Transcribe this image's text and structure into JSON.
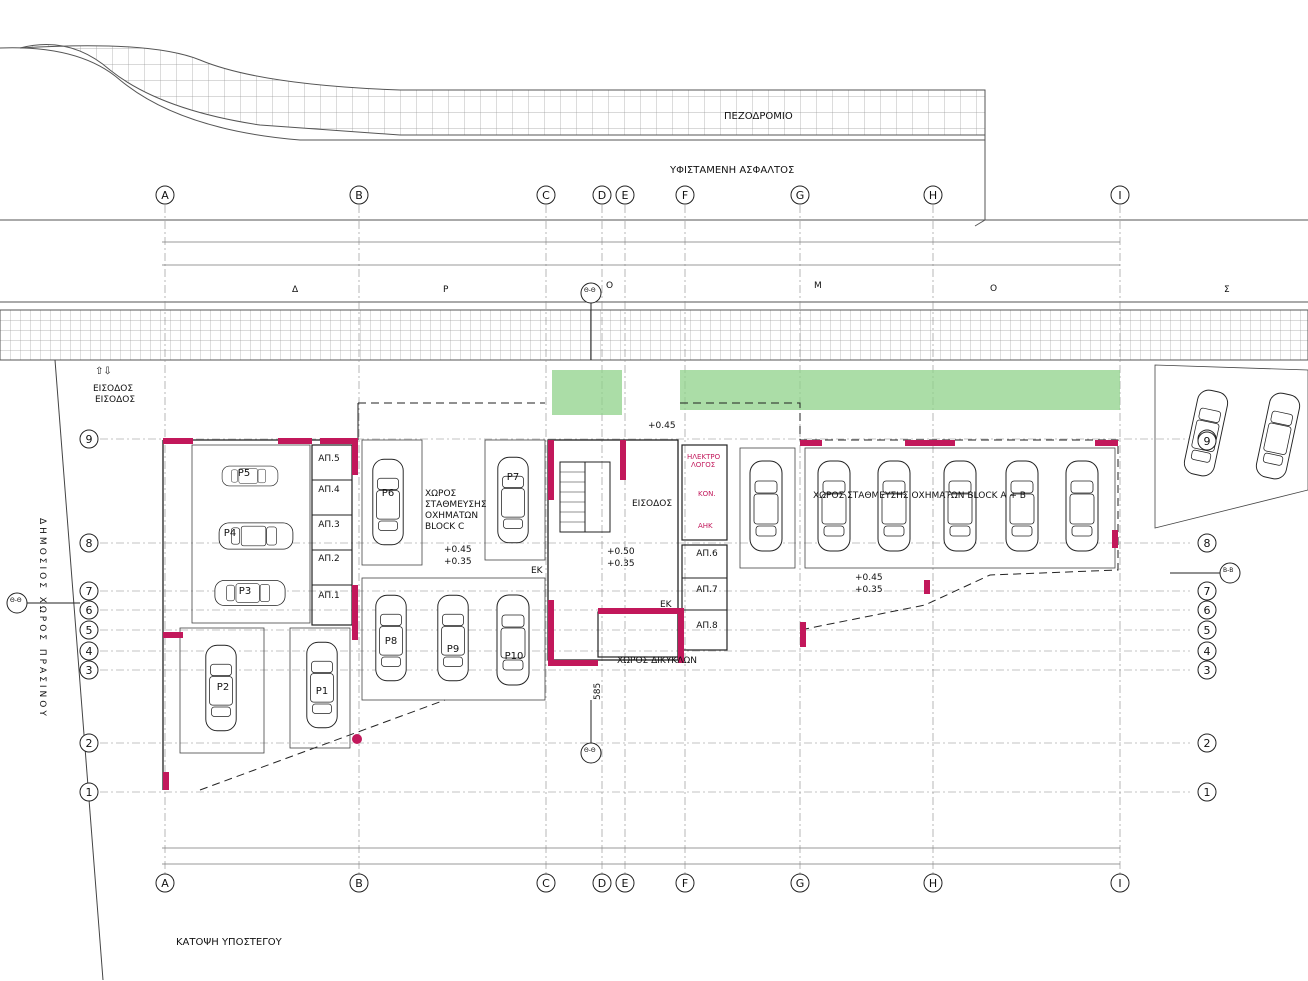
{
  "drawing": {
    "title": "ΚΑΤΟΨΗ ΥΠΟΣΤΕΓΟΥ",
    "sidewalk_label": "ΠΕΖΟΔΡΟΜΙΟ",
    "asphalt_label": "ΥΦΙΣΤΑΜΕΝΗ ΑΣΦΑΛΤΟΣ",
    "road_letters": [
      "Δ",
      "Ρ",
      "Ο",
      "Μ",
      "Ο",
      "Σ"
    ],
    "entrance_label_1": "ΕΙΣΟΔΟΣ",
    "entrance_label_2": "ΕΙΣΟΔΟΣ",
    "public_green_label": "ΔΗΜΟΣΙΟΣ ΧΩΡΟΣ ΠΡΑΣΙΝΟΥ",
    "parking_c_label": [
      "ΧΩΡΟΣ",
      "ΣΤΑΘΜΕΥΣΗΣ",
      "ΟΧΗΜΑΤΩΝ",
      "BLOCK C"
    ],
    "parking_ab_label": "ΧΩΡΟΣ ΣΤΑΘΜΕΥΣΗΣ ΟΧΗΜΑΤΩΝ BLOCK A + B",
    "lobby_label": "ΕΙΣΟΔΟΣ",
    "bicycle_label": "ΧΩΡΟΣ ΔΙΚΥΚΛΩΝ",
    "elec_label": [
      "ΗΛΕΚΤΡΟ",
      "ΛΟΓΟΣ"
    ],
    "kon_label": "ΚΟΝ.",
    "ahk_label": "ΑΗΚ",
    "ek_label": "ΕΚ",
    "section_label": "Θ-Θ",
    "section_label_b": "Β-Β",
    "levels": [
      "+0.45",
      "+0.45",
      "+0.35",
      "+0.50",
      "+0.35",
      "+0.45",
      "+0.35"
    ],
    "dim_585": "585"
  },
  "grid_columns": [
    "A",
    "B",
    "C",
    "D",
    "E",
    "F",
    "G",
    "H",
    "I"
  ],
  "grid_rows": [
    "9",
    "8",
    "7",
    "6",
    "5",
    "4",
    "3",
    "2",
    "1"
  ],
  "parking_spaces": [
    "P1",
    "P2",
    "P3",
    "P4",
    "P5",
    "P6",
    "P7",
    "P8",
    "P9",
    "P10"
  ],
  "storage_rooms": [
    "ΑΠ.5",
    "ΑΠ.4",
    "ΑΠ.3",
    "ΑΠ.2",
    "ΑΠ.1",
    "ΑΠ.6",
    "ΑΠ.7",
    "ΑΠ.8"
  ],
  "colors": {
    "wall": "#c2185b",
    "green": "#8fd18a",
    "line": "#222222"
  }
}
